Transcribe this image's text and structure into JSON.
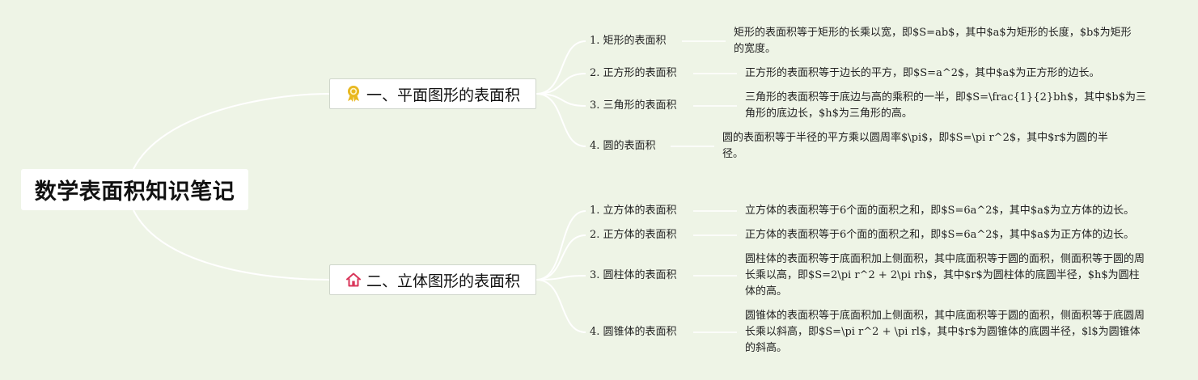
{
  "root": {
    "title": "数学表面积知识笔记"
  },
  "branches": [
    {
      "title": "一、平面图形的表面积",
      "icon": "award-ribbon-icon",
      "icon_color": "#e8b820",
      "items": [
        {
          "label": "1. 矩形的表面积",
          "desc": "矩形的表面积等于矩形的长乘以宽，即$S=ab$，其中$a$为矩形的长度，$b$为矩形的宽度。"
        },
        {
          "label": "2. 正方形的表面积",
          "desc": "正方形的表面积等于边长的平方，即$S=a^2$，其中$a$为正方形的边长。"
        },
        {
          "label": "3. 三角形的表面积",
          "desc": "三角形的表面积等于底边与高的乘积的一半，即$S=\\frac{1}{2}bh$，其中$b$为三角形的底边长，$h$为三角形的高。"
        },
        {
          "label": "4. 圆的表面积",
          "desc": "圆的表面积等于半径的平方乘以圆周率$\\pi$，即$S=\\pi r^2$，其中$r$为圆的半径。"
        }
      ]
    },
    {
      "title": "二、立体图形的表面积",
      "icon": "home-icon",
      "icon_color": "#d9365a",
      "items": [
        {
          "label": "1. 立方体的表面积",
          "desc": "立方体的表面积等于6个面的面积之和，即$S=6a^2$，其中$a$为立方体的边长。"
        },
        {
          "label": "2. 正方体的表面积",
          "desc": "正方体的表面积等于6个面的面积之和，即$S=6a^2$，其中$a$为正方体的边长。"
        },
        {
          "label": "3. 圆柱体的表面积",
          "desc": "圆柱体的表面积等于底面积加上侧面积，其中底面积等于圆的面积，侧面积等于圆的周长乘以高，即$S=2\\pi r^2 + 2\\pi rh$，其中$r$为圆柱体的底圆半径，$h$为圆柱体的高。"
        },
        {
          "label": "4. 圆锥体的表面积",
          "desc": "圆锥体的表面积等于底面积加上侧面积，其中底面积等于圆的面积，侧面积等于底圆周长乘以斜高，即$S=\\pi r^2 + \\pi rl$，其中$r$为圆锥体的底圆半径，$l$为圆锥体的斜高。"
        }
      ]
    }
  ],
  "colors": {
    "background": "#eef4e6",
    "link": "#ffffff"
  }
}
